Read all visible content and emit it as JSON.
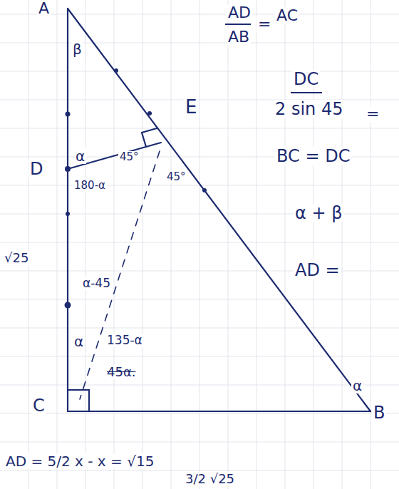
{
  "diagram": {
    "labels": [
      "A",
      "β",
      "E",
      "D",
      "α",
      "45°",
      "45°",
      "180-α",
      "α-45",
      "α",
      "135-α",
      "45α.",
      "α",
      "C",
      "B",
      "√25",
      "AD = 5/2 x - x = √15",
      "3/2 √25",
      "AD",
      "AB",
      "=",
      "AC",
      "DC",
      "2 sin 45",
      "=",
      "BC = DC",
      "α + β",
      "AD ="
    ]
  }
}
